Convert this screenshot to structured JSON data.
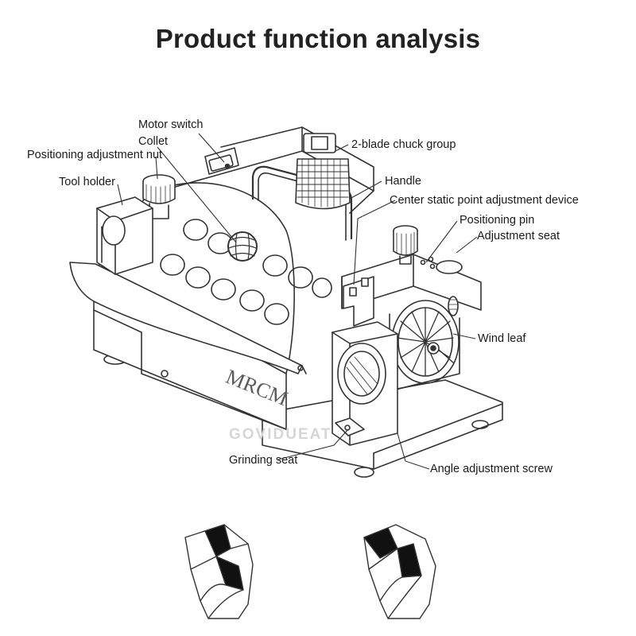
{
  "title": "Product function analysis",
  "labels": {
    "motor_switch": "Motor switch",
    "collet": "Collet",
    "positioning_adjustment_nut": "Positioning adjustment nut",
    "tool_holder": "Tool holder",
    "chuck_group": "2-blade chuck group",
    "handle": "Handle",
    "center_static_point": "Center static point adjustment device",
    "positioning_pin": "Positioning pin",
    "adjustment_seat": "Adjustment seat",
    "wind_leaf": "Wind leaf",
    "grinding_seat": "Grinding seat",
    "angle_adjustment_screw": "Angle adjustment screw"
  },
  "brand_mark": "MRCM",
  "watermark": "GOVIDUEAT"
}
